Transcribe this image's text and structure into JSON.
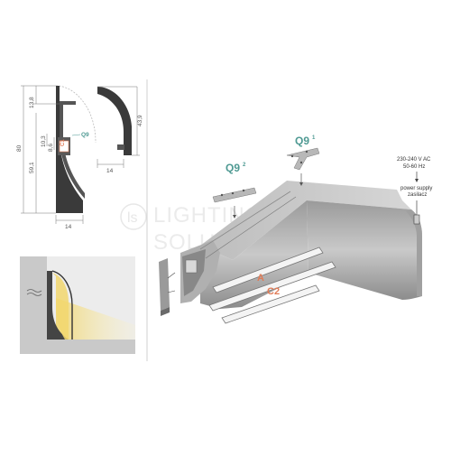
{
  "labels": {
    "q9": "Q9",
    "q9_sup1": "1",
    "q9_sup2": "2",
    "a": "A",
    "c2": "C2"
  },
  "dimensions": {
    "d13_8": "13,8",
    "d80": "80",
    "d59_1": "59,1",
    "d10_3": "10,3",
    "d8_6": "8,6",
    "d14_left": "14",
    "d43_9": "43,9",
    "d14_right": "14",
    "c1": "C1"
  },
  "power": {
    "voltage": "230-240 V AC",
    "freq": "50-60 Hz",
    "supply_en": "power supply",
    "supply_pl": "zasilacz"
  },
  "watermark": {
    "line1": "LIGHTING",
    "line2": "SOLUTIONS"
  },
  "colors": {
    "q_tag": "#4f9a93",
    "a_tag": "#e07a55",
    "profile": "#b5b5b5",
    "wall": "#cfcfcf",
    "light": "#f3dc86"
  }
}
